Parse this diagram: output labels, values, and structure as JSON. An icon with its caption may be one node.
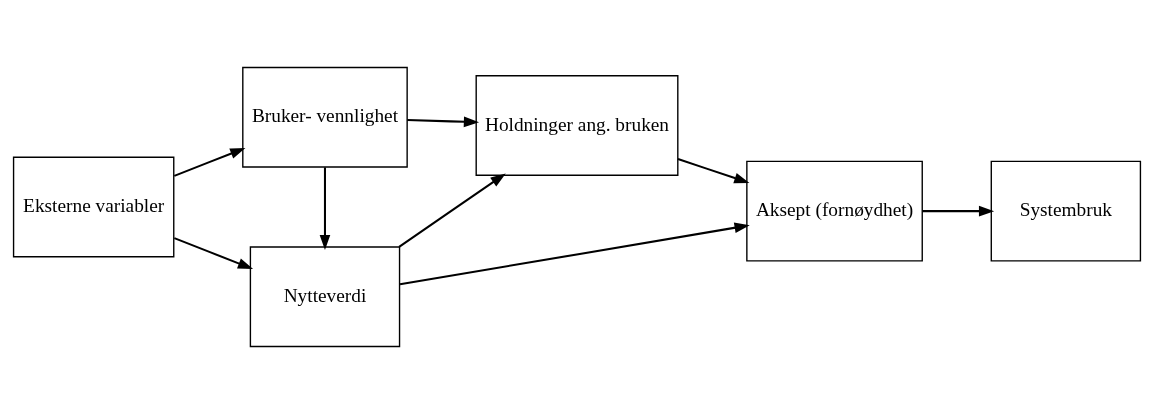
{
  "diagram": {
    "nodes": [
      {
        "text": [
          "Eksterne variabler"
        ]
      },
      {
        "text": [
          "Nytteverdi"
        ]
      },
      {
        "text": [
          "Bruker- vennlighet"
        ]
      },
      {
        "text": [
          "Holdninger ang. bruken"
        ]
      },
      {
        "text": [
          "Aksept (fornøydhet)"
        ]
      },
      {
        "text": [
          "Systembruk"
        ]
      }
    ],
    "edges": [
      {
        "from": 0,
        "to": 1,
        "arrow": "to"
      },
      {
        "from": 0,
        "to": 2,
        "arrow": "to"
      },
      {
        "from": 2,
        "to": 1,
        "arrow": "to"
      },
      {
        "from": 1,
        "to": 3,
        "arrow": "to"
      },
      {
        "from": 1,
        "to": 4,
        "arrow": "to"
      },
      {
        "from": 2,
        "to": 3,
        "arrow": "to"
      },
      {
        "from": 3,
        "to": 4,
        "arrow": "to"
      },
      {
        "from": 4,
        "to": 5,
        "arrow": "to"
      }
    ]
  }
}
